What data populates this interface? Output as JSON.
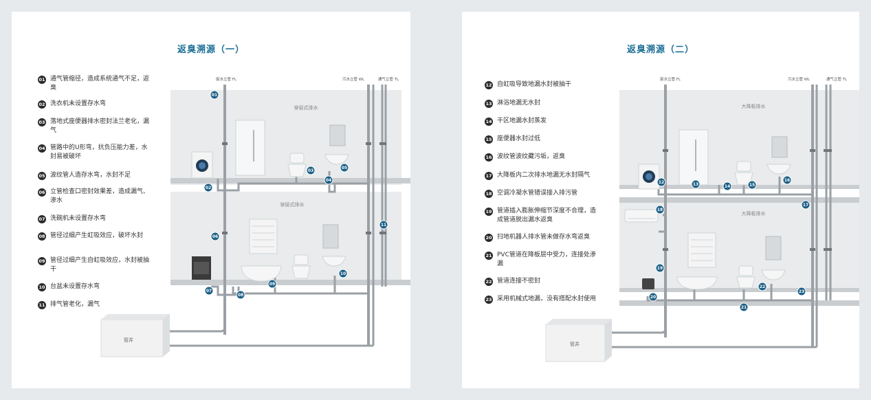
{
  "panels": [
    {
      "title": "返臭溯源（一）",
      "pipes": {
        "fl": "废水立管 FL",
        "wl": "污水立管 WL",
        "tl": "通气立管 TL"
      },
      "zones": [
        "穿层式排水",
        "穿层式排水"
      ],
      "well": "管井",
      "items": [
        {
          "num": "01",
          "text": "通气管缩径，造成系统通气不足，返臭"
        },
        {
          "num": "02",
          "text": "洗衣机未设置存水弯"
        },
        {
          "num": "03",
          "text": "落地式座便器排水密封法兰老化，漏气"
        },
        {
          "num": "04",
          "text": "管路中的U形弯，抗负压能力差，水封易被破坏"
        },
        {
          "num": "05",
          "text": "波纹管人造存水弯，水封不足"
        },
        {
          "num": "06",
          "text": "立管检查口密封效果差，造成漏气、渗水"
        },
        {
          "num": "07",
          "text": "洗碗机未设置存水弯"
        },
        {
          "num": "08",
          "text": "管径过细产生虹吸效应，破坏水封"
        },
        {
          "num": "09",
          "text": "管径过细产生自虹吸效应，水封被抽干"
        },
        {
          "num": "10",
          "text": "台盆未设置存水弯"
        },
        {
          "num": "11",
          "text": "排气管老化，漏气"
        }
      ]
    },
    {
      "title": "返臭溯源（二）",
      "pipes": {
        "fl": "废水立管 FL",
        "wl": "污水立管 WL",
        "tl": "通气立管 TL"
      },
      "zones": [
        "大降板排水",
        "大降板排水"
      ],
      "well": "管井",
      "items": [
        {
          "num": "12",
          "text": "自虹吸导致地漏水封被抽干"
        },
        {
          "num": "13",
          "text": "淋浴地漏无水封"
        },
        {
          "num": "14",
          "text": "干区地漏水封蒸发"
        },
        {
          "num": "15",
          "text": "座便器水封过低"
        },
        {
          "num": "16",
          "text": "波纹管波纹藏污垢，返臭"
        },
        {
          "num": "17",
          "text": "大降板内二次排水地漏无水封隔气"
        },
        {
          "num": "18",
          "text": "空调冷凝水管错误接入排污管"
        },
        {
          "num": "19",
          "text": "管道插入膨胀伸缩节深度不合理，造成管道脱出漏水返臭"
        },
        {
          "num": "20",
          "text": "扫地机器人排水管未做存水弯返臭"
        },
        {
          "num": "21",
          "text": "PVC管道在降板层中受力，连接处渗漏"
        },
        {
          "num": "22",
          "text": "管道连接不密封"
        },
        {
          "num": "23",
          "text": "采用机械式地漏，没有搭配水封使用"
        }
      ]
    }
  ],
  "colors": {
    "accent": "#1b6e96",
    "marker": "#1b5f86",
    "badge": "#2a2a2a",
    "pipe": "#9aa0a5",
    "room": "#e9ebec"
  }
}
